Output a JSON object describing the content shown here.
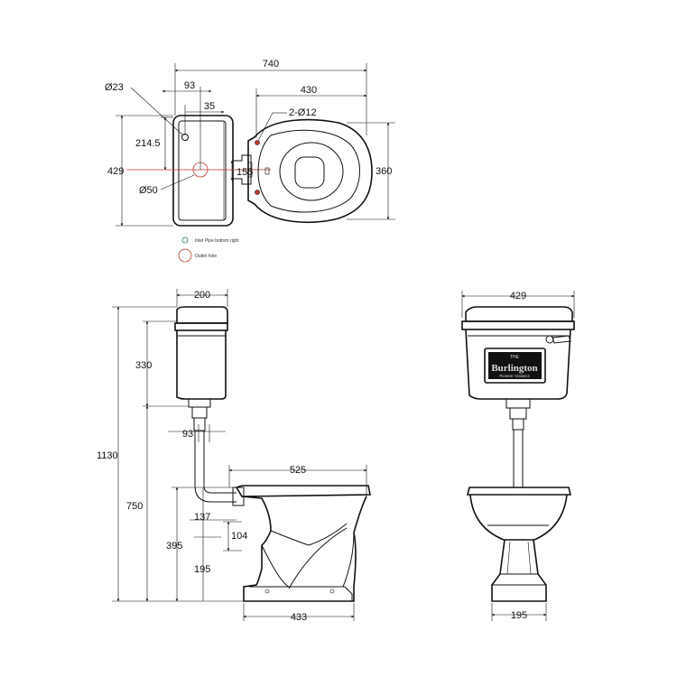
{
  "top_view": {
    "overall_width": "740",
    "cistern_outlet_offset": "93",
    "inlet_offset": "35",
    "pan_width": "430",
    "inlet_diameter": "Ø23",
    "fixing_holes": "2-Ø12",
    "inlet_from_back": "214.5",
    "cistern_depth": "429",
    "outlet_diameter": "Ø50",
    "pipe_offset": "155",
    "pan_depth": "360"
  },
  "legend": {
    "inlet_label": "Inlet Pipe bottom right",
    "outlet_label": "Outlet hole"
  },
  "side_view": {
    "cistern_width": "200",
    "cistern_height": "330",
    "overall_height": "1130",
    "pipe_offset": "93",
    "pan_length": "525",
    "cistern_bottom_height": "750",
    "flush_inlet_offset": "137",
    "flush_inlet_size": "104",
    "pan_height": "395",
    "outlet_height": "195",
    "footprint_length": "433"
  },
  "front_view": {
    "cistern_width": "429",
    "base_width": "195",
    "brand_line1": "THE",
    "brand_line2": "Burlington",
    "brand_line3": "Pioneer Classics"
  },
  "colors": {
    "line": "#111111",
    "outlet_marker": "#c0392b",
    "inlet_marker": "#2c6e6e"
  }
}
